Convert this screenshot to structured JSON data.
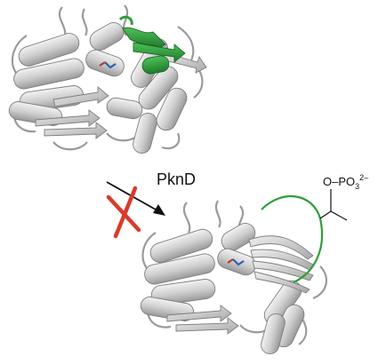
{
  "labels": {
    "enzyme": "PknD",
    "phospho_group": "O–PO",
    "phospho_sub": "3",
    "phospho_sup": "2–"
  },
  "colors": {
    "ribbon": "#d9d9d9",
    "ribbon_shadow": "#8a8a8a",
    "highlight": "#2e9e3a",
    "inhibition_x": "#d93a2b",
    "arrow": "#111111",
    "stick_blue": "#2f5fb0",
    "stick_red": "#c0392b"
  },
  "icons": {
    "top_protein": "protein-ribbon-structure-icon",
    "bottom_protein": "protein-ribbon-structure-icon",
    "block": "red-x-icon",
    "reaction": "arrow-icon"
  }
}
